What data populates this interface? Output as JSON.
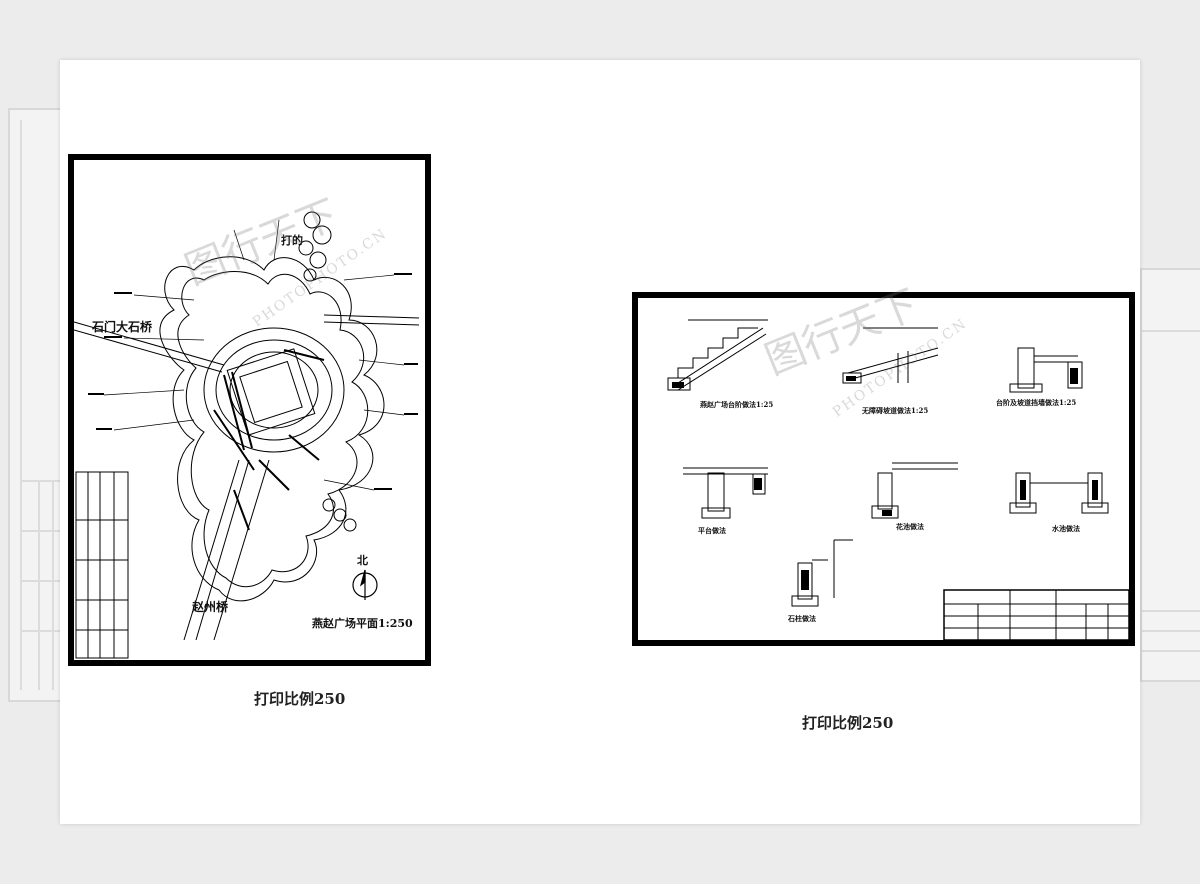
{
  "left_sheet": {
    "plan_title": "燕赵广场平面1:250",
    "labels": {
      "shimen_bridge": "石门大石桥",
      "zhaozhou_bridge": "赵州桥",
      "north": "北",
      "top_marker": "打的"
    },
    "caption": "打印比例250"
  },
  "right_sheet": {
    "details": [
      "燕赵广场台阶做法1:25",
      "无障碍坡道做法1:25",
      "台阶及坡道挡墙做法1:25",
      "平台做法",
      "花池做法",
      "水池做法",
      "石柱做法"
    ],
    "caption": "打印比例250"
  },
  "watermark": {
    "text": "图行天下",
    "site": "PHOTOPHOTO.CN"
  },
  "colors": {
    "background": "#ececec",
    "sheet": "#ffffff",
    "ink": "#000000",
    "watermark": "#9a9a9a"
  }
}
